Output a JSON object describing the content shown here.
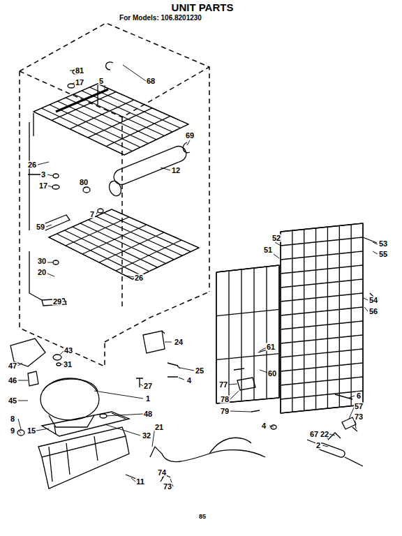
{
  "diagram": {
    "title": "UNIT PARTS",
    "labels": [
      "For Models: 106.8201230",
      "81",
      "17",
      "5",
      "68",
      "69",
      "26",
      "3",
      "17",
      "80",
      "12",
      "7",
      "59",
      "52",
      "51",
      "53",
      "55",
      "30",
      "20",
      "26",
      "29",
      "54",
      "56",
      "24",
      "61",
      "47",
      "43",
      "31",
      "25",
      "60",
      "46",
      "4",
      "77",
      "45",
      "27",
      "78",
      "79",
      "6",
      "1",
      "57",
      "73",
      "48",
      "8",
      "21",
      "4",
      "67",
      "22",
      "15",
      "32",
      "9",
      "2",
      "11",
      "74",
      "73",
      "85"
    ]
  }
}
